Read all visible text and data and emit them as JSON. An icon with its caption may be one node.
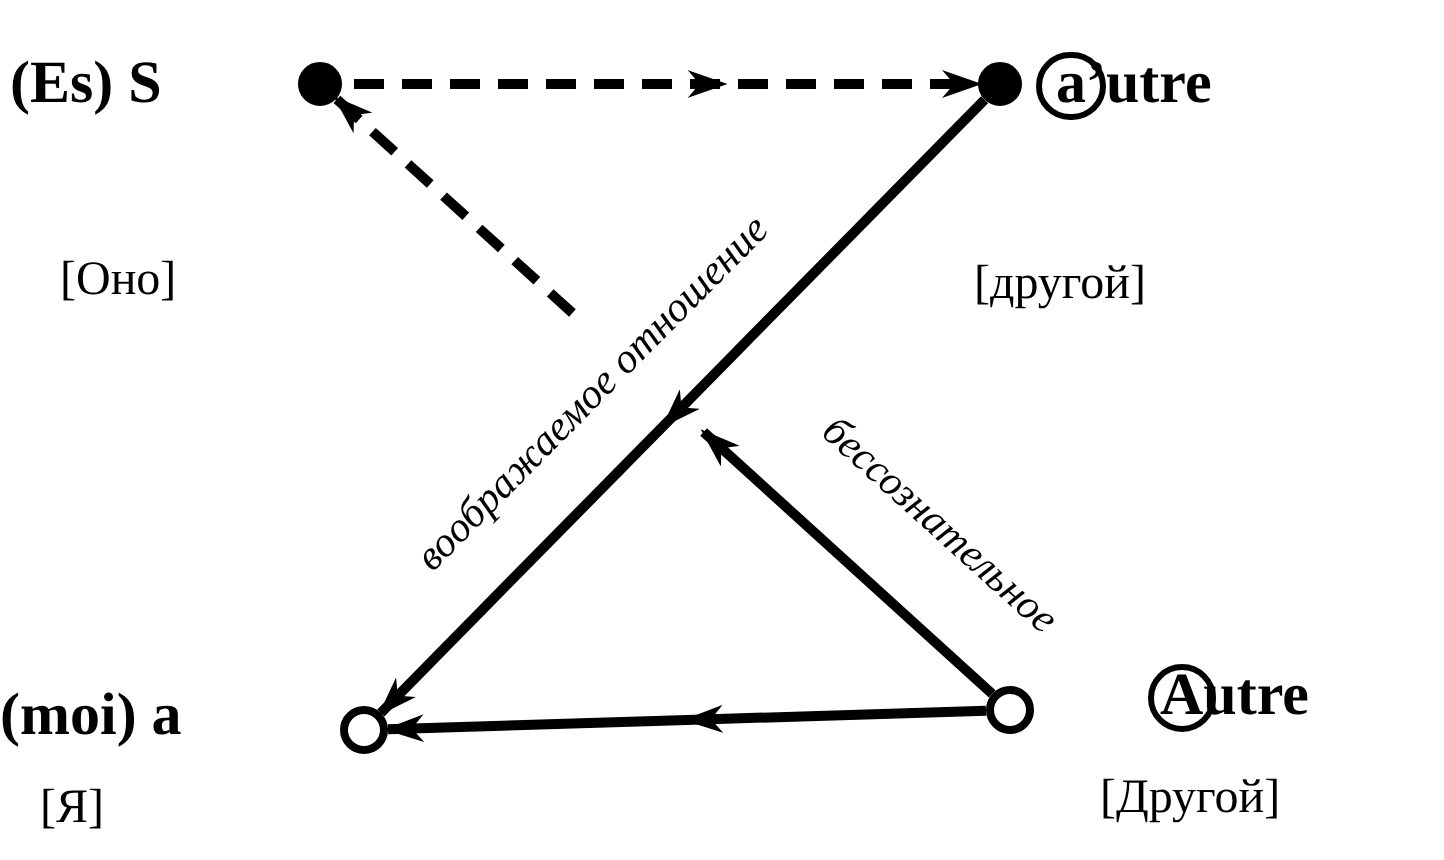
{
  "diagram": {
    "nodes": [
      {
        "text": [],
        "shape": "circle",
        "beside": [
          "(Es) S",
          "[Оно]"
        ]
      },
      {
        "text": [],
        "shape": "circle",
        "beside": [
          "a’utre",
          "[другой]"
        ]
      },
      {
        "text": [],
        "shape": "circle",
        "beside": [
          "(moi) a",
          "[Я]"
        ]
      },
      {
        "text": [],
        "shape": "circle",
        "beside": [
          "Autre",
          "[Другой]"
        ]
      }
    ],
    "edges": [
      {
        "from": 0,
        "to": 1,
        "arrow": "to",
        "style": "dashed"
      },
      {
        "from": 3,
        "to": 0,
        "arrow": "to",
        "style": "dashed",
        "label": "бессознательное"
      },
      {
        "from": 1,
        "to": 2,
        "arrow": "to",
        "label": "воображаемое отношение"
      },
      {
        "from": 3,
        "to": 2,
        "arrow": "to"
      }
    ]
  }
}
